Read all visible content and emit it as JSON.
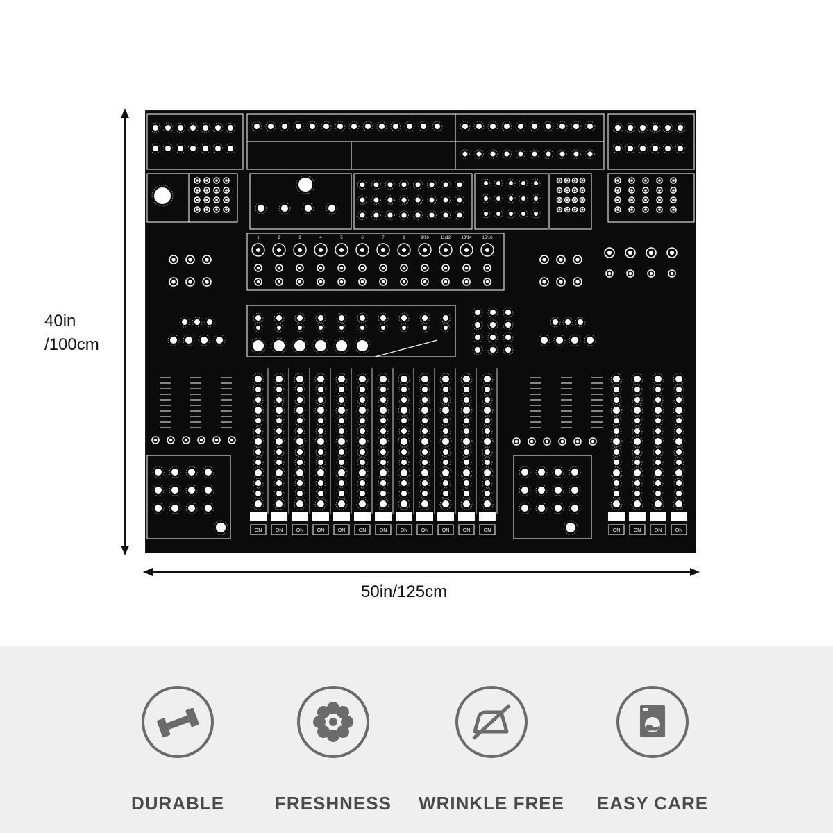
{
  "dimensions": {
    "height_label": "40in\n/100cm",
    "width_label": "50in/125cm"
  },
  "product": {
    "channel_labels": [
      "1",
      "2",
      "3",
      "4",
      "5",
      "6",
      "7",
      "8",
      "9/10",
      "11/12",
      "13/14",
      "15/16"
    ],
    "button_label": "ON"
  },
  "features": [
    {
      "label": "DURABLE",
      "icon": "dumbbell-icon"
    },
    {
      "label": "FRESHNESS",
      "icon": "flower-icon"
    },
    {
      "label": "WRINKLE FREE",
      "icon": "no-iron-icon"
    },
    {
      "label": "EASY CARE",
      "icon": "washing-machine-icon"
    }
  ],
  "colors": {
    "panel": "#0b0b0b",
    "print": "#ffffff",
    "icon_gray": "#6b6b6b",
    "feature_bg": "#efefef"
  }
}
